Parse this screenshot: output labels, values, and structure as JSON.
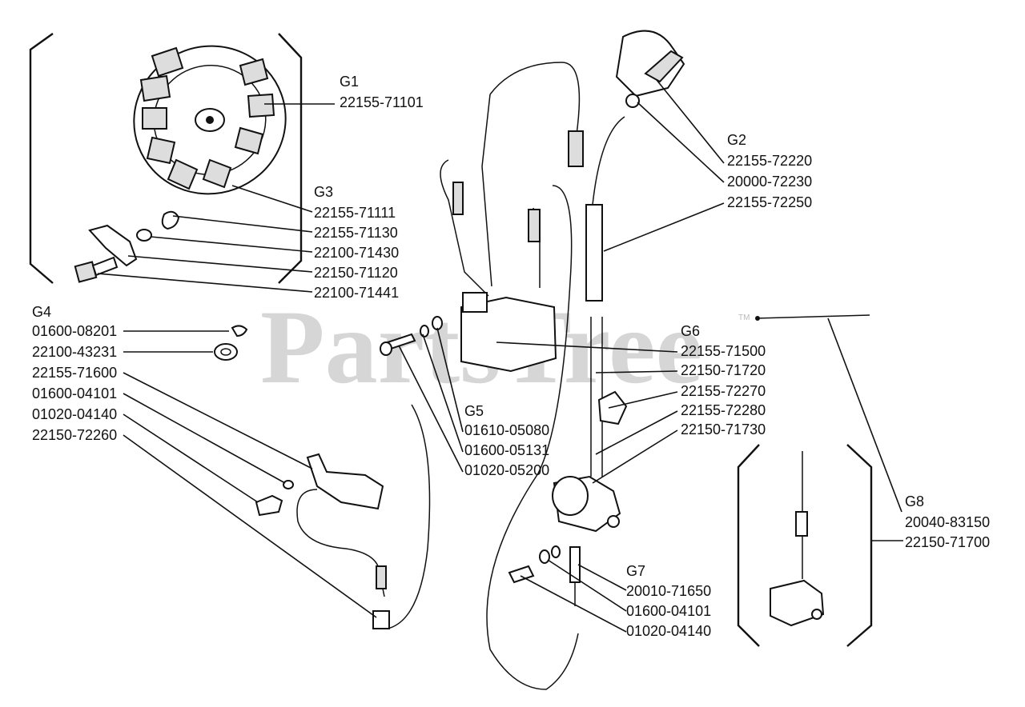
{
  "watermark": "PartsTree",
  "trademark": "TM",
  "groups": [
    {
      "id": "g1",
      "title": "G1",
      "parts": [
        "22155-71101"
      ]
    },
    {
      "id": "g2",
      "title": "G2",
      "parts": [
        "22155-72220",
        "20000-72230",
        "22155-72250"
      ]
    },
    {
      "id": "g3",
      "title": "G3",
      "parts": [
        "22155-71111",
        "22155-71130",
        "22100-71430",
        "22150-71120",
        "22100-71441"
      ]
    },
    {
      "id": "g4",
      "title": "G4",
      "parts": [
        "01600-08201",
        "22100-43231",
        "22155-71600",
        "01600-04101",
        "01020-04140",
        "22150-72260"
      ]
    },
    {
      "id": "g5",
      "title": "G5",
      "parts": [
        "01610-05080",
        "01600-05131",
        "01020-05200"
      ]
    },
    {
      "id": "g6",
      "title": "G6",
      "parts": [
        "22155-71500",
        "22150-71720",
        "22155-72270",
        "22155-72280",
        "22150-71730"
      ]
    },
    {
      "id": "g7",
      "title": "G7",
      "parts": [
        "20010-71650",
        "01600-04101",
        "01020-04140"
      ]
    },
    {
      "id": "g8",
      "title": "G8",
      "parts": [
        "20040-83150",
        "22150-71700"
      ]
    }
  ]
}
